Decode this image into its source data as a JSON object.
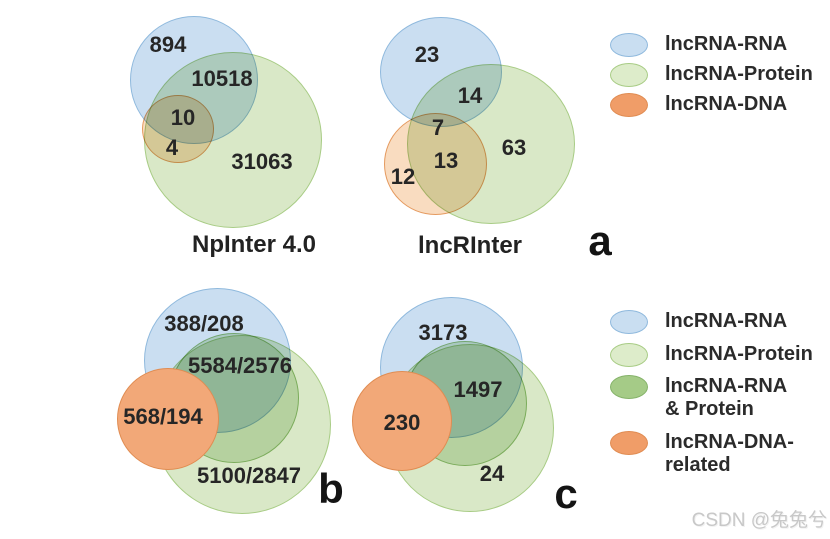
{
  "colors": {
    "lncrna_rna_fill": "#cadef1",
    "lncrna_rna_border": "#8fb9dd",
    "lncrna_protein_fill": "#d9e8c7",
    "lncrna_protein_border": "#a8cc85",
    "lncrna_rna_and_protein_fill": "#a5cb87",
    "lncrna_dna_translucent_fill": "#f9dcc0",
    "lncrna_dna_solid_fill": "#f2a878",
    "text": "#262626",
    "watermark_text": "#c8c8c8"
  },
  "panel_npinter": {
    "title": "NpInter 4.0",
    "rna_only": "894",
    "rna_protein_overlap": "10518",
    "triple_overlap": "10",
    "dna_protein_overlap": "4",
    "protein_only": "31063"
  },
  "panel_lncrinter": {
    "title": "lncRInter",
    "panel_letter": "a",
    "rna_only": "23",
    "rna_protein_overlap": "14",
    "triple_overlap": "7",
    "protein_only": "63",
    "dna_protein_overlap": "13",
    "dna_only": "12"
  },
  "panel_b": {
    "panel_letter": "b",
    "rna_only": "388/208",
    "rna_and_protein": "5584/2576",
    "dna_related": "568/194",
    "protein_only": "5100/2847"
  },
  "panel_c": {
    "panel_letter": "c",
    "rna_only": "3173",
    "rna_and_protein": "1497",
    "dna_related": "230",
    "protein_only": "24"
  },
  "legend_top": {
    "item1": "lncRNA-RNA",
    "item2": "lncRNA-Protein",
    "item3": "lncRNA-DNA"
  },
  "legend_bottom": {
    "item1": "lncRNA-RNA",
    "item2": "lncRNA-Protein",
    "item3_line1": "lncRNA-RNA",
    "item3_line2": "& Protein",
    "item4_line1": "lncRNA-DNA-",
    "item4_line2": "related"
  },
  "watermark": "CSDN @兔兔兮"
}
